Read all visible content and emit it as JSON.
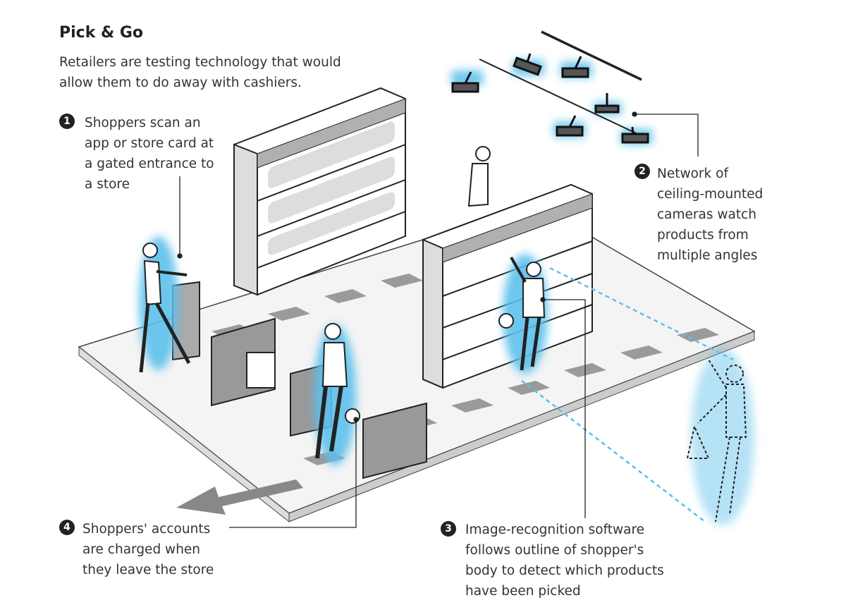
{
  "title": "Pick & Go",
  "subtitle": "Retailers are testing technology that would allow them to do away with cashiers.",
  "steps": [
    {
      "number": "1",
      "text": "Shoppers scan an app or store card at a gated entrance to a store"
    },
    {
      "number": "2",
      "text": "Network of ceiling-mounted cameras watch products from multiple angles"
    },
    {
      "number": "3",
      "text": "Image-recognition software follows outline of shopper's body to detect which products have been picked"
    },
    {
      "number": "4",
      "text": "Shoppers' accounts are charged when they leave the store"
    }
  ],
  "colors": {
    "highlight": "#5bc0eb",
    "ink": "#222222",
    "shelf": "#b8b8b8",
    "floor": "#f2f2f2"
  }
}
